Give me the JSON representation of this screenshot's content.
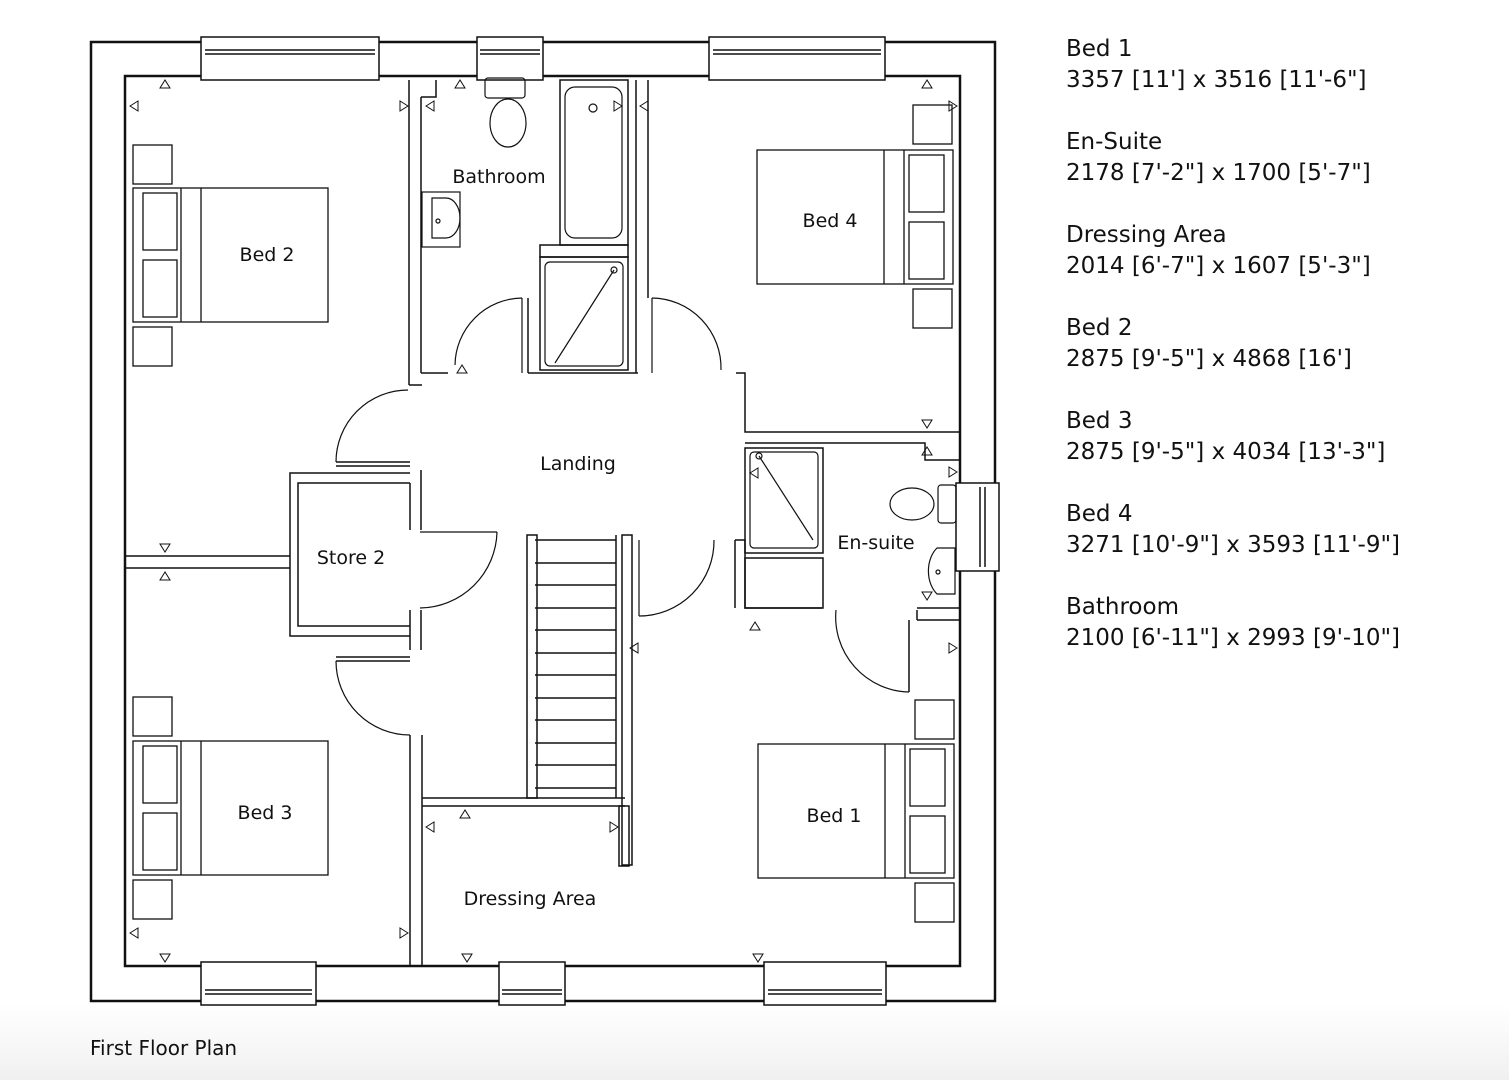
{
  "plan": {
    "title": "First Floor Plan",
    "room_labels": {
      "bed2": "Bed 2",
      "bathroom": "Bathroom",
      "bed4": "Bed 4",
      "landing": "Landing",
      "store2": "Store 2",
      "ensuite": "En-suite",
      "bed3": "Bed 3",
      "bed1": "Bed 1",
      "dressing": "Dressing Area"
    }
  },
  "legend": {
    "rooms": [
      {
        "name": "Bed 1",
        "dimensions": "3357 [11'] x 3516 [11'-6\"]"
      },
      {
        "name": "En-Suite",
        "dimensions": "2178 [7'-2\"] x 1700 [5'-7\"]"
      },
      {
        "name": "Dressing Area",
        "dimensions": "2014 [6'-7\"] x 1607 [5'-3\"]"
      },
      {
        "name": "Bed 2",
        "dimensions": "2875 [9'-5\"] x 4868 [16']"
      },
      {
        "name": "Bed 3",
        "dimensions": "2875 [9'-5\"] x 4034 [13'-3\"]"
      },
      {
        "name": "Bed 4",
        "dimensions": "3271 [10'-9\"] x 3593 [11'-9\"]"
      },
      {
        "name": "Bathroom",
        "dimensions": "2100 [6'-11\"] x 2993 [9'-10\"]"
      }
    ]
  },
  "colors": {
    "line": "#111111",
    "background": "#ffffff"
  }
}
